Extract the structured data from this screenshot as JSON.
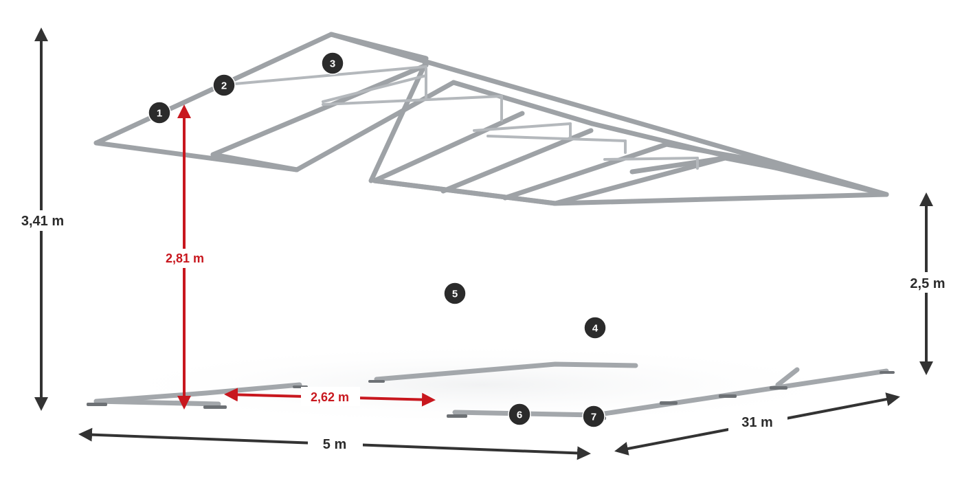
{
  "dimensions": {
    "total_height": "3,41 m",
    "side_height": "2,5 m",
    "inner_height": "2,81 m",
    "bay_spacing": "2,62 m",
    "width": "5 m",
    "length": "31 m"
  },
  "markers": [
    "1",
    "2",
    "3",
    "4",
    "5",
    "6",
    "7"
  ],
  "colors": {
    "dimension_arrow": "#333333",
    "highlight_arrow": "#c8171e",
    "badge": "#2b2b2b",
    "frame": "#a9adb1"
  }
}
